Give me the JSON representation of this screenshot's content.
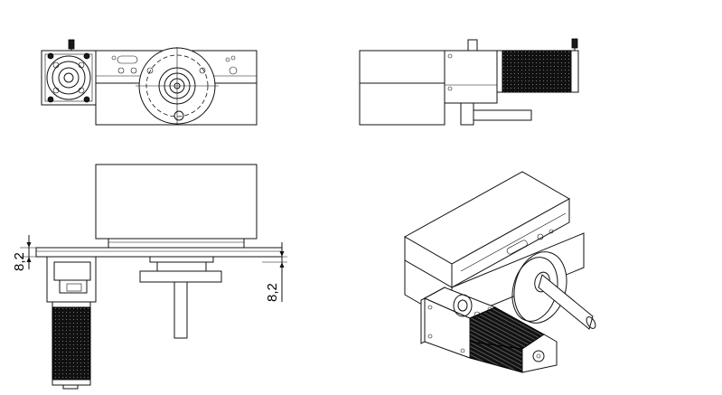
{
  "drawing": {
    "dimensions": [
      {
        "id": "dim-left",
        "label": "8,2"
      },
      {
        "id": "dim-right",
        "label": "8,2"
      }
    ],
    "views": [
      "front-view",
      "side-view",
      "top-view",
      "isometric-view"
    ],
    "colors": {
      "line": "#111111",
      "motor": "#1a1a1a",
      "background": "#ffffff"
    }
  }
}
